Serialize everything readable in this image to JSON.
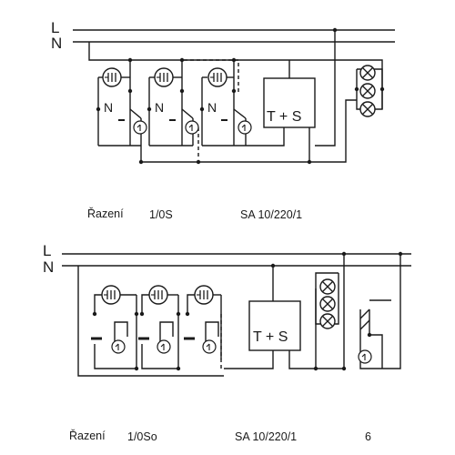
{
  "diagram1": {
    "bus_labels": {
      "l": "L",
      "n": "N"
    },
    "component_letters": [
      "N",
      "N",
      "N"
    ],
    "unit_label": "T + S",
    "caption": {
      "label": "Řazení",
      "mode": "1/0S",
      "model": "SA 10/220/1"
    }
  },
  "diagram2": {
    "bus_labels": {
      "l": "L",
      "n": "N"
    },
    "unit_label": "T + S",
    "caption": {
      "label": "Řazení",
      "mode": "1/0So",
      "model": "SA 10/220/1",
      "number": "6"
    }
  },
  "icons": {
    "socket": "socket-icon",
    "lamp": "lamp-icon",
    "indicator": "indicator-icon",
    "switch_contact": "switch-contact-icon"
  }
}
